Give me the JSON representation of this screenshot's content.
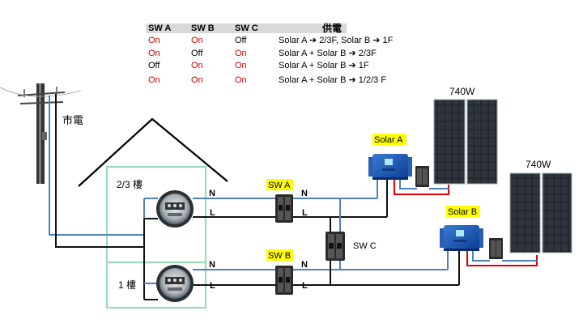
{
  "table": {
    "headers": [
      "SW A",
      "SW B",
      "SW C",
      "供電"
    ],
    "rows": [
      {
        "a": "On",
        "b": "On",
        "c": "Off",
        "supply": "Solar A ➔ 2/3F,  Solar B ➔ 1F"
      },
      {
        "a": "On",
        "b": "Off",
        "c": "On",
        "supply": "Solar A + Solar B ➔ 2/3F"
      },
      {
        "a": "Off",
        "b": "On",
        "c": "On",
        "supply": "Solar A + Solar B ➔ 1F"
      },
      {
        "a": "On",
        "b": "On",
        "c": "On",
        "supply": "Solar A + Solar B ➔ 1/2/3 F"
      }
    ]
  },
  "labels": {
    "grid": "市電",
    "floor_upper": "2/3 樓",
    "floor_lower": "1 樓",
    "neutral": "N",
    "live": "L",
    "sw_a": "SW A",
    "sw_b": "SW B",
    "sw_c": "SW C",
    "solar_a": "Solar A",
    "solar_b": "Solar B",
    "panel_a_power": "740W",
    "panel_b_power": "740W"
  },
  "colors": {
    "on": "#cc0000",
    "off": "#000000",
    "highlight": "#ffff00",
    "house_box": "#9fd8b8",
    "wire_blue": "#4f81bd",
    "wire_black": "#111111",
    "wire_red": "#e00000"
  }
}
